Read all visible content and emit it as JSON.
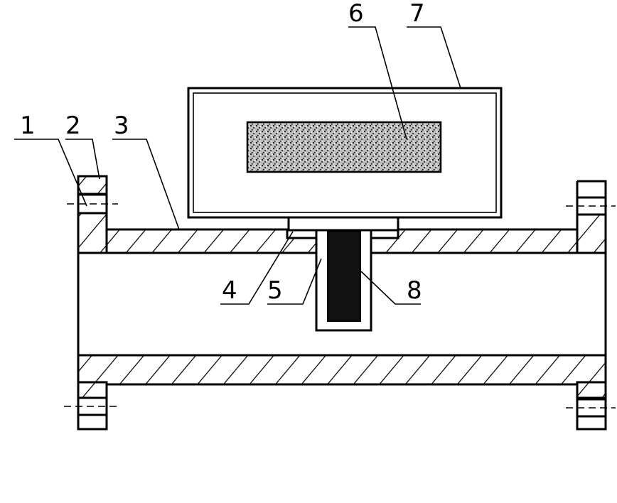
{
  "labels": [
    {
      "id": "1",
      "text": "1"
    },
    {
      "id": "2",
      "text": "2"
    },
    {
      "id": "3",
      "text": "3"
    },
    {
      "id": "4",
      "text": "4"
    },
    {
      "id": "5",
      "text": "5"
    },
    {
      "id": "6",
      "text": "6"
    },
    {
      "id": "7",
      "text": "7"
    },
    {
      "id": "8",
      "text": "8"
    }
  ],
  "colors": {
    "ink": "#000000",
    "paper": "#ffffff",
    "core": "#111111"
  }
}
